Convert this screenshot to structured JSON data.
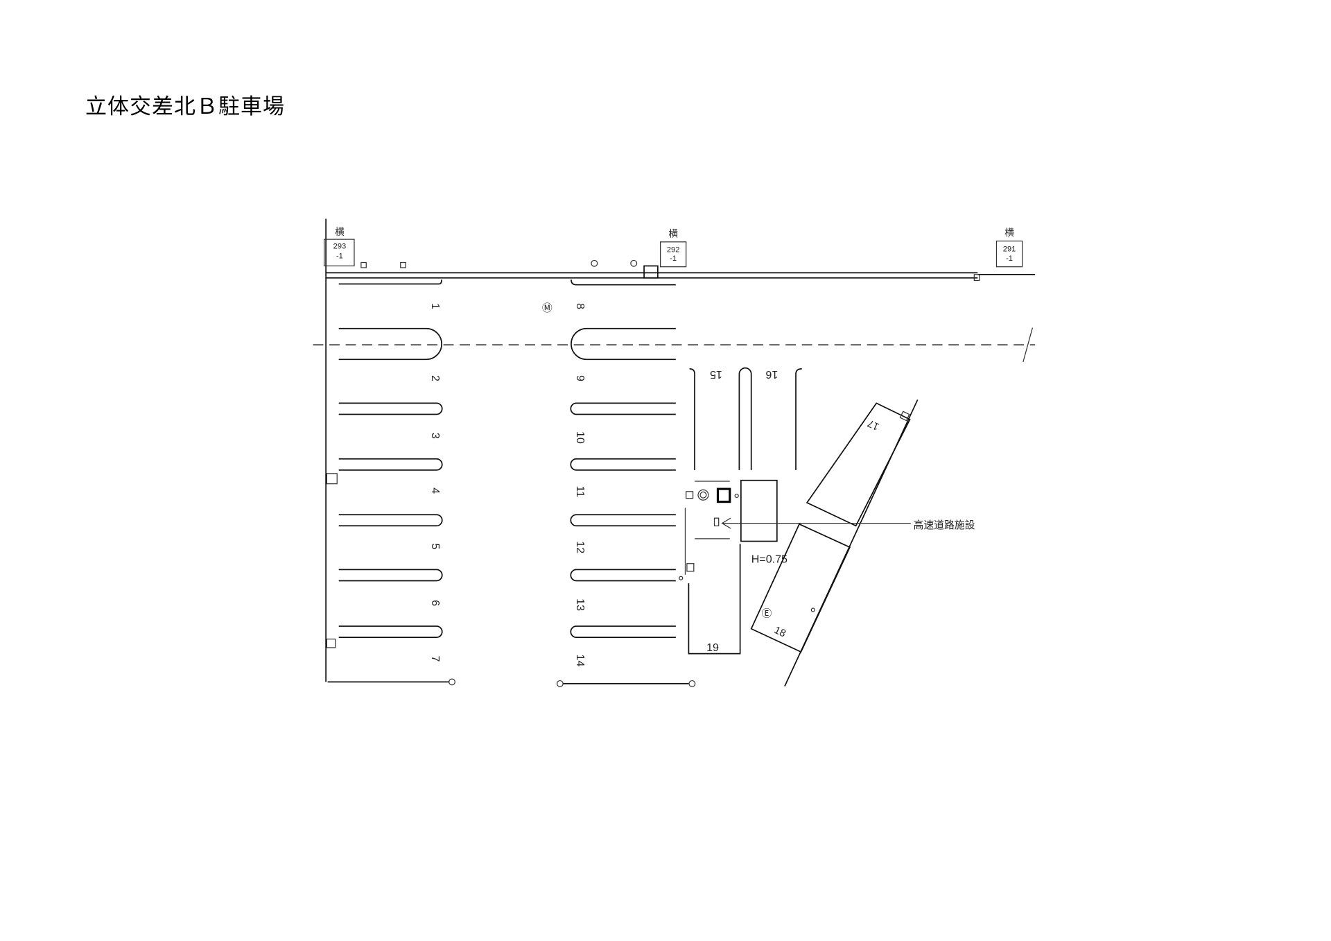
{
  "title": "立体交差北Ｂ駐車場",
  "markers": [
    {
      "kanji": "横",
      "line1": "293",
      "line2": "-1"
    },
    {
      "kanji": "横",
      "line1": "292",
      "line2": "-1"
    },
    {
      "kanji": "横",
      "line1": "291",
      "line2": "-1"
    }
  ],
  "stalls": [
    "1",
    "2",
    "3",
    "4",
    "5",
    "6",
    "7",
    "8",
    "9",
    "10",
    "11",
    "12",
    "13",
    "14",
    "15",
    "16",
    "17",
    "18",
    "19"
  ],
  "facility_label": "高速道路施設",
  "height_note": "H=0.75",
  "symbols": {
    "m": "Ⓜ",
    "e": "Ⓔ"
  }
}
